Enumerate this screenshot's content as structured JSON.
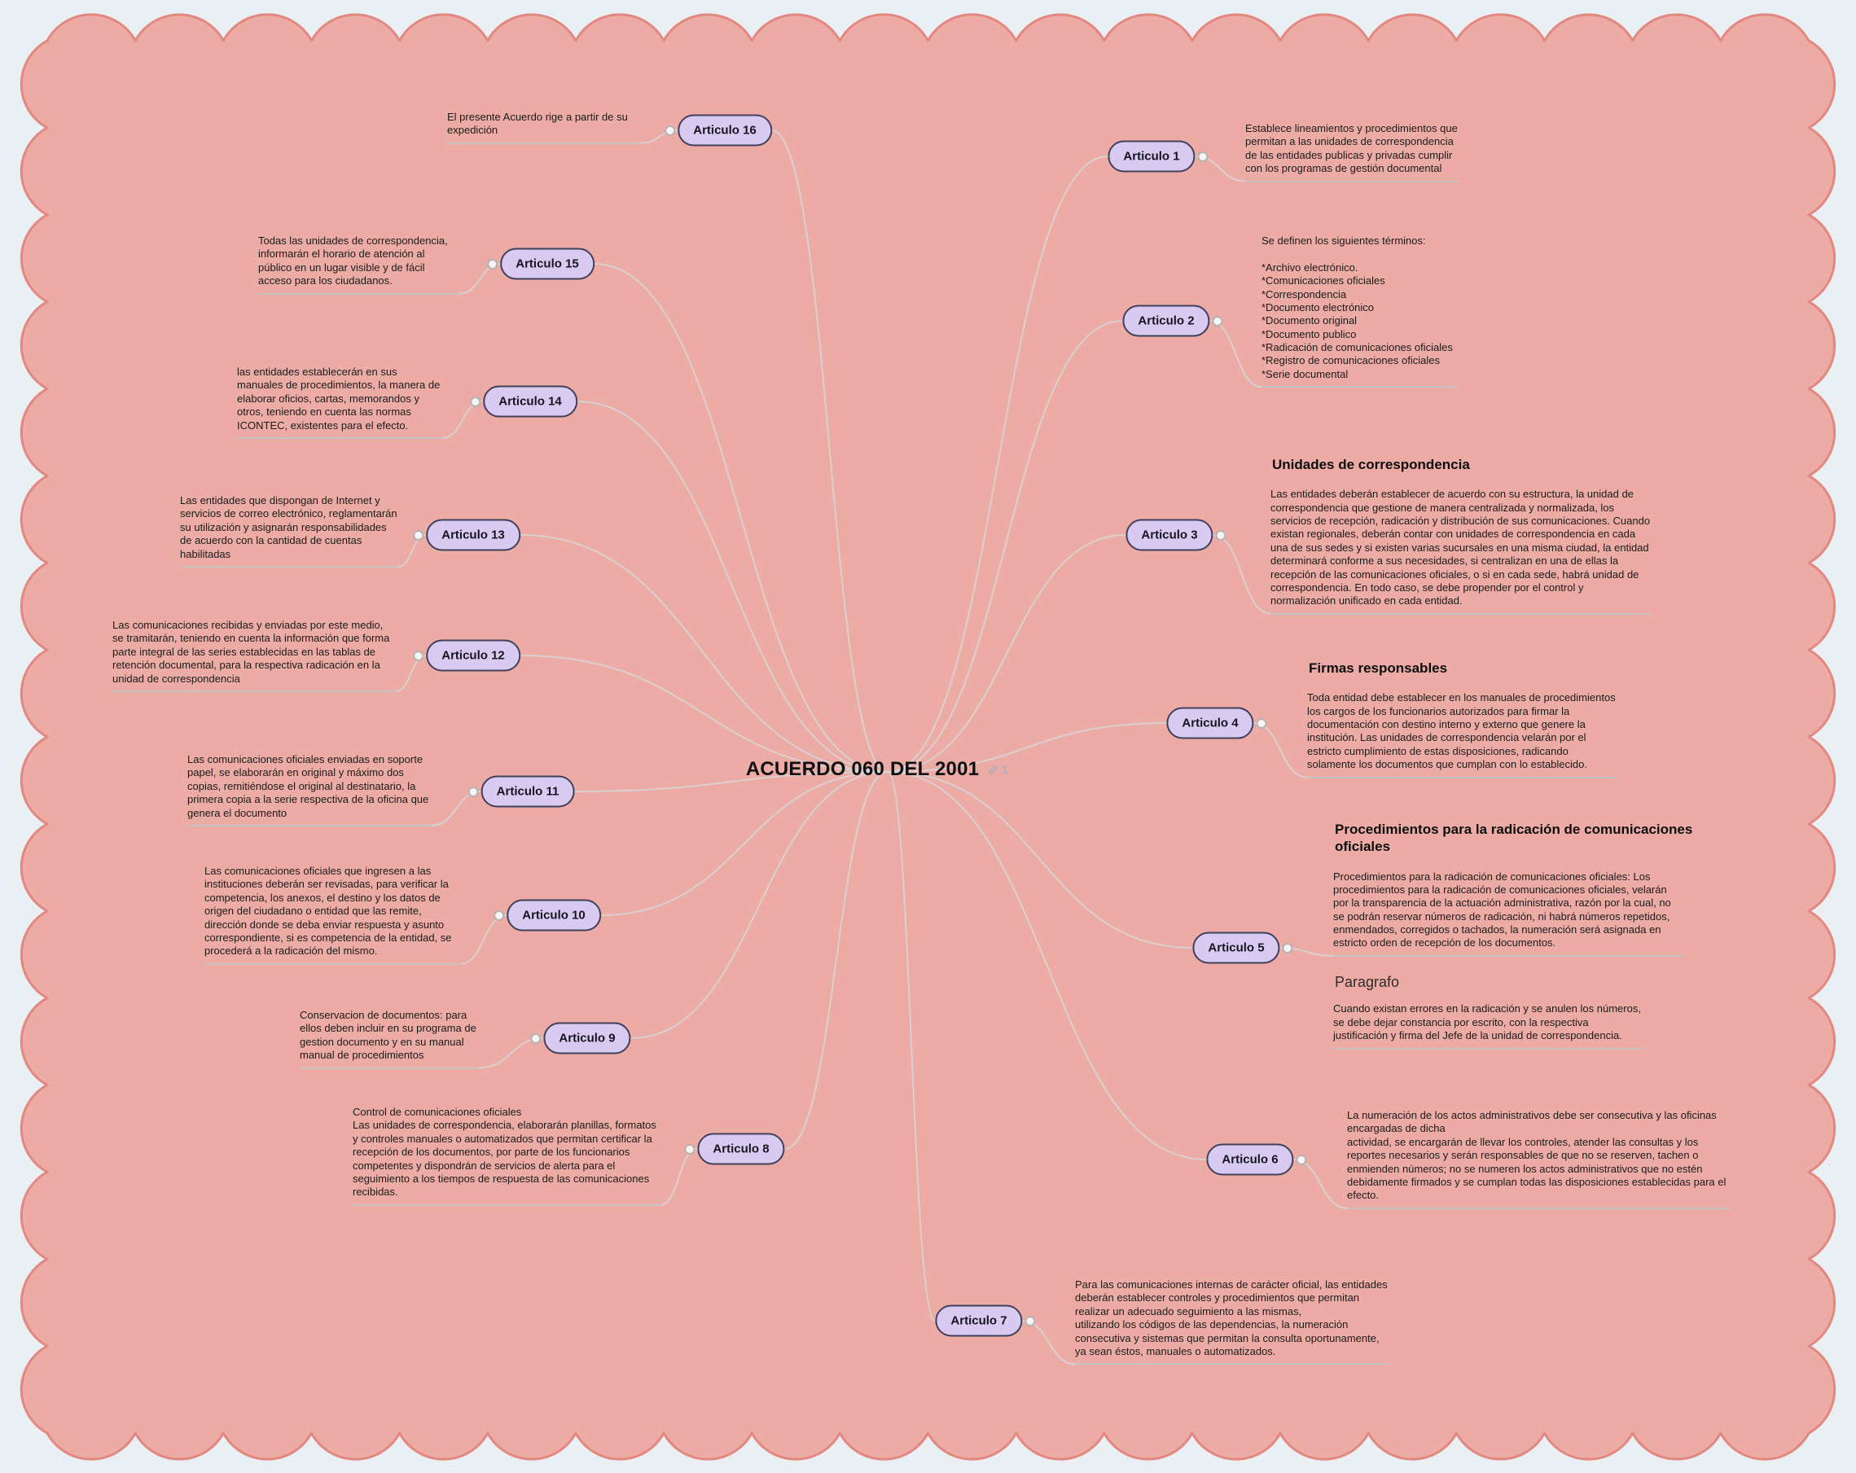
{
  "colors": {
    "page_bg": "#e9eff3",
    "blob_fill": "#ecaba5",
    "blob_stroke": "#e28880",
    "node_fill": "#d8caf1",
    "node_border": "#40405a",
    "line": "#d8d4d4",
    "underline": "#c6c2c2",
    "text": "#1b1b1b"
  },
  "center": {
    "title": "ACUERDO 060 DEL 2001",
    "badge": "1"
  },
  "nodes": [
    {
      "label": "Articulo 1",
      "text": "Establece lineamientos y procedimientos que permitan a las unidades de correspondencia de las entidades publicas y privadas cumplir con los programas de gestión documental"
    },
    {
      "label": "Articulo 2",
      "text": "Se definen los siguientes términos:\n\n*Archivo electrónico.\n*Comunicaciones oficiales\n*Correspondencia\n*Documento electrónico\n*Documento original\n*Documento publico\n*Radicación de comunicaciones oficiales\n*Registro de comunicaciones oficiales\n*Serie documental"
    },
    {
      "label": "Articulo 3",
      "heading": "Unidades de correspondencia",
      "text": "Las entidades deberán establecer de acuerdo con su estructura, la unidad de correspondencia que gestione de manera centralizada y normalizada, los servicios de recepción, radicación y distribución de sus comunicaciones. Cuando existan regionales, deberán contar con unidades de correspondencia en cada una de sus sedes y si existen varias sucursales en una misma ciudad, la entidad determinará conforme a sus necesidades, si centralizan en una de ellas la recepción de las comunicaciones oficiales, o si en cada sede, habrá unidad de correspondencia. En todo caso, se debe propender por el control y normalización unificado en cada entidad."
    },
    {
      "label": "Articulo 4",
      "heading": "Firmas responsables",
      "text": "Toda entidad debe establecer en los manuales de procedimientos los cargos de los funcionarios autorizados para firmar la documentación con destino interno y externo que genere la institución. Las unidades de correspondencia velarán por el estricto cumplimiento de estas disposiciones, radicando solamente los documentos que cumplan con lo establecido."
    },
    {
      "label": "Articulo 5",
      "heading": "Procedimientos para la radicación de comunicaciones oficiales",
      "text": "Procedimientos para la radicación de comunicaciones oficiales: Los procedimientos para la radicación de comunicaciones oficiales, velarán por la transparencia de la actuación administrativa, razón por la cual, no se podrán reservar números de radicación, ni habrá números repetidos, enmendados, corregidos o tachados, la numeración será asignada en estricto orden de recepción de los documentos.",
      "subheading": "Paragrafo",
      "text2": "Cuando existan errores en la radicación y se anulen los números, se debe dejar constancia por escrito, con la respectiva justificación y firma del Jefe de la unidad de correspondencia."
    },
    {
      "label": "Articulo 6",
      "text": "La numeración de los actos administrativos debe ser consecutiva y las oficinas encargadas de dicha\nactividad, se encargarán de llevar los controles, atender las consultas y los reportes necesarios y serán responsables de que no se reserven, tachen o enmienden números; no se numeren los actos administrativos que no estén debidamente firmados y se cumplan todas las disposiciones establecidas para el efecto."
    },
    {
      "label": "Articulo 7",
      "text": "Para las comunicaciones internas de carácter oficial, las entidades deberán establecer controles y procedimientos que permitan realizar un adecuado seguimiento a las mismas,\nutilizando los códigos de las dependencias, la numeración consecutiva y sistemas que permitan la consulta oportunamente, ya sean éstos, manuales o automatizados."
    },
    {
      "label": "Articulo 8",
      "text": "Control de comunicaciones oficiales\nLas unidades de correspondencia, elaborarán planillas, formatos y controles manuales o automatizados que permitan certificar la recepción de los documentos, por parte de los funcionarios competentes y dispondrán de servicios de alerta para el seguimiento a los tiempos de respuesta de las comunicaciones recibidas."
    },
    {
      "label": "Articulo 9",
      "text": "Conservacion de documentos: para ellos deben incluir en su programa de gestion documento y en su manual manual de procedimientos"
    },
    {
      "label": "Articulo 10",
      "text": "Las comunicaciones oficiales que ingresen a las instituciones deberán ser revisadas, para verificar la competencia, los anexos, el destino y los datos de origen del ciudadano o entidad que las remite, dirección donde se deba enviar respuesta y asunto correspondiente, si es competencia de la entidad, se procederá a la radicación del mismo."
    },
    {
      "label": "Articulo 11",
      "text": "Las comunicaciones oficiales enviadas en soporte papel, se elaborarán en original y máximo dos copias, remitiéndose el original al destinatario, la primera copia a la serie respectiva de la oficina que genera el documento"
    },
    {
      "label": "Articulo 12",
      "text": "Las comunicaciones recibidas y enviadas por este medio, se tramitarán, teniendo en cuenta la información que forma parte integral de las series establecidas en las tablas de retención documental, para la respectiva radicación en la unidad de correspondencia"
    },
    {
      "label": "Articulo 13",
      "text": "Las entidades que dispongan de Internet y servicios de correo electrónico, reglamentarán su utilización y asignarán responsabilidades de acuerdo con la cantidad de cuentas habilitadas"
    },
    {
      "label": "Articulo 14",
      "text": "las entidades establecerán en sus manuales de procedimientos, la manera de elaborar oficios, cartas, memorandos y otros, teniendo en cuenta las normas ICONTEC, existentes para el efecto."
    },
    {
      "label": "Articulo 15",
      "text": "Todas las unidades de correspondencia, informarán el horario de atención al público en un lugar visible y de fácil acceso para los ciudadanos."
    },
    {
      "label": "Articulo 16",
      "text": "El presente Acuerdo rige a partir de su expedición"
    }
  ]
}
